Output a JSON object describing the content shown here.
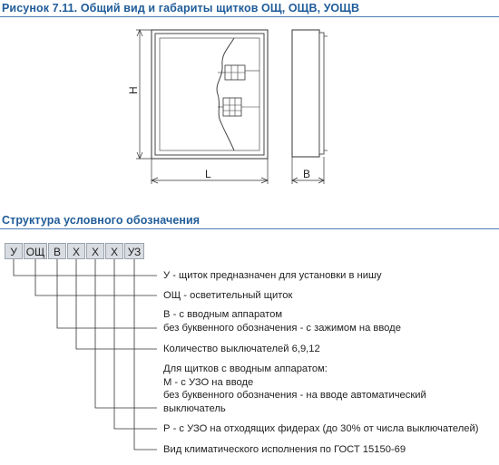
{
  "figure": {
    "title": "Рисунок 7.11. Общий вид и габариты щитков ОЩ, ОЩВ, УОЩВ",
    "dim_height": "H",
    "dim_length": "L",
    "dim_depth": "B"
  },
  "structure": {
    "title": "Структура условного обозначения",
    "code_parts": [
      "У",
      "ОЩ",
      "В",
      "Х",
      "Х",
      "Х",
      "УЗ"
    ],
    "descriptions": [
      {
        "lines": [
          "У - щиток предназначен для установки в нишу"
        ]
      },
      {
        "lines": [
          "ОЩ - осветительный щиток"
        ]
      },
      {
        "lines": [
          "В - с вводным аппаратом",
          "без буквенного обозначения - с зажимом на вводе"
        ]
      },
      {
        "lines": [
          "Количество выключателей 6,9,12"
        ]
      },
      {
        "lines": [
          "Для щитков с вводным аппаратом:",
          "М - с УЗО на вводе",
          "без буквенного обозначения - на вводе автоматический",
          "выключатель"
        ]
      },
      {
        "lines": [
          "Р - с УЗО на отходящих фидерах (до 30% от числа выключателей)"
        ]
      },
      {
        "lines": [
          "Вид климатического исполнения по ГОСТ 15150-69"
        ]
      }
    ]
  }
}
